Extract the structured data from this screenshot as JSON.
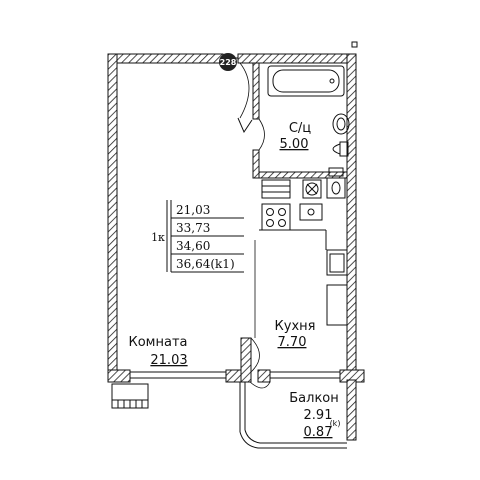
{
  "plan": {
    "badge": "228",
    "rooms": {
      "bathroom": {
        "name": "С/ц",
        "area": "5.00"
      },
      "room": {
        "name": "Комната",
        "area": "21.03"
      },
      "kitchen": {
        "name": "Кухня",
        "area": "7.70"
      },
      "balcony": {
        "name": "Балкон",
        "area": "2.91",
        "reduced": "0.87",
        "suffix": "(k)"
      }
    },
    "table": {
      "type": "1к",
      "values": [
        "21,03",
        "33,73",
        "34,60",
        "36,64(k1)"
      ]
    }
  }
}
